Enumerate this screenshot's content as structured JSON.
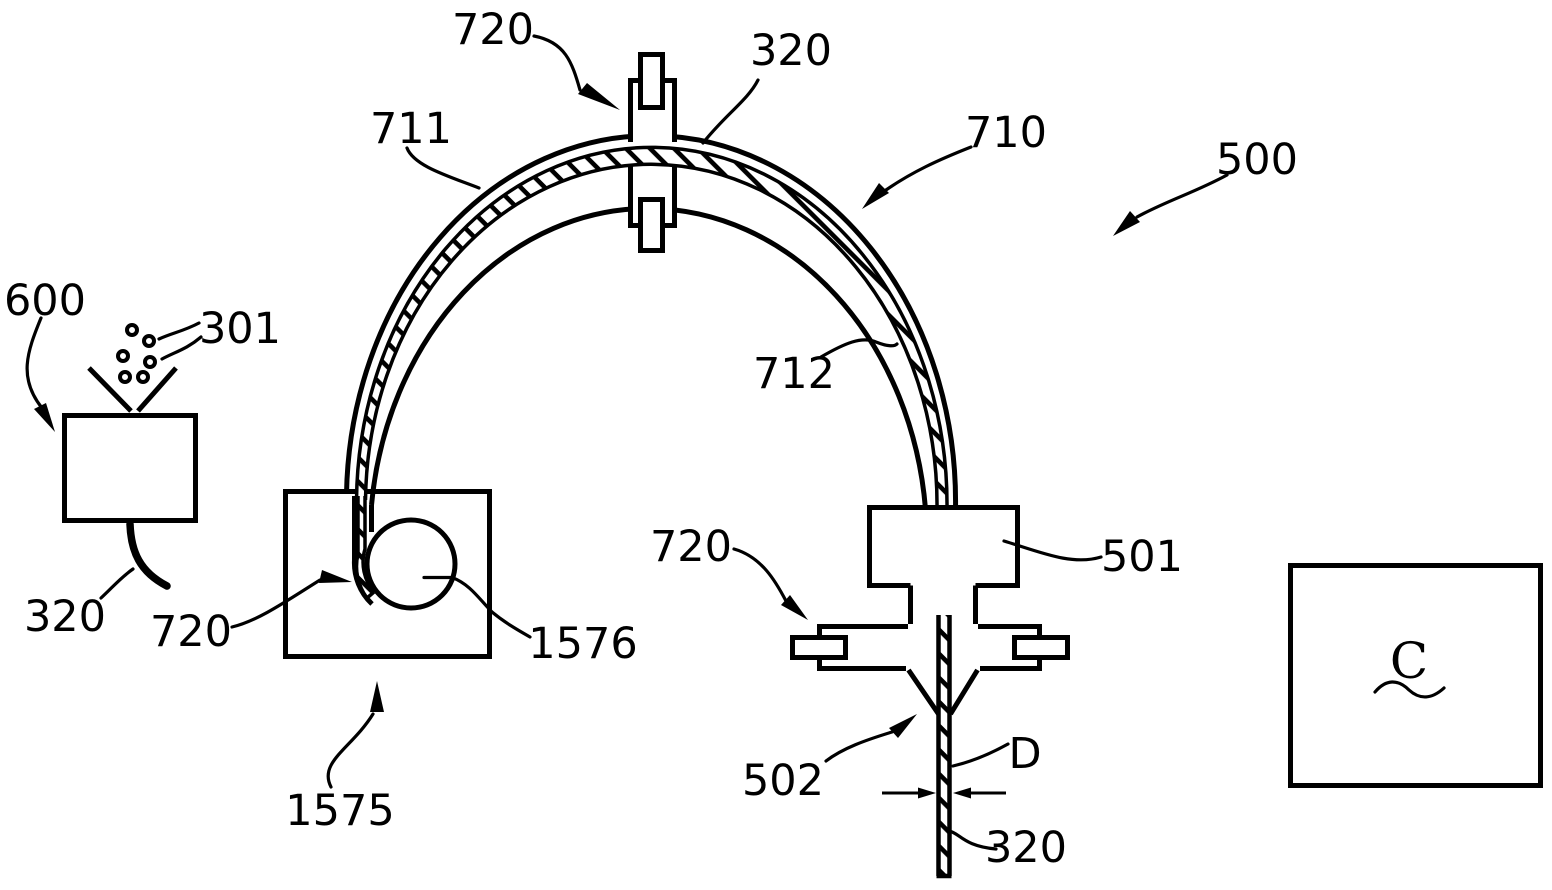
{
  "figure": {
    "kind": "patent-line-diagram",
    "background_color": "#ffffff",
    "line_color": "#000000",
    "labels": {
      "ref_720_top": "720",
      "ref_320_top": "320",
      "ref_711": "711",
      "ref_710": "710",
      "ref_500": "500",
      "ref_600": "600",
      "ref_301": "301",
      "ref_712": "712",
      "ref_501": "501",
      "ref_720_right": "720",
      "ref_720_left": "720",
      "ref_1576": "1576",
      "ref_320_left": "320",
      "ref_1575": "1575",
      "ref_502": "502",
      "ref_D": "D",
      "ref_320_bottom": "320",
      "chamber_c": "C"
    }
  }
}
